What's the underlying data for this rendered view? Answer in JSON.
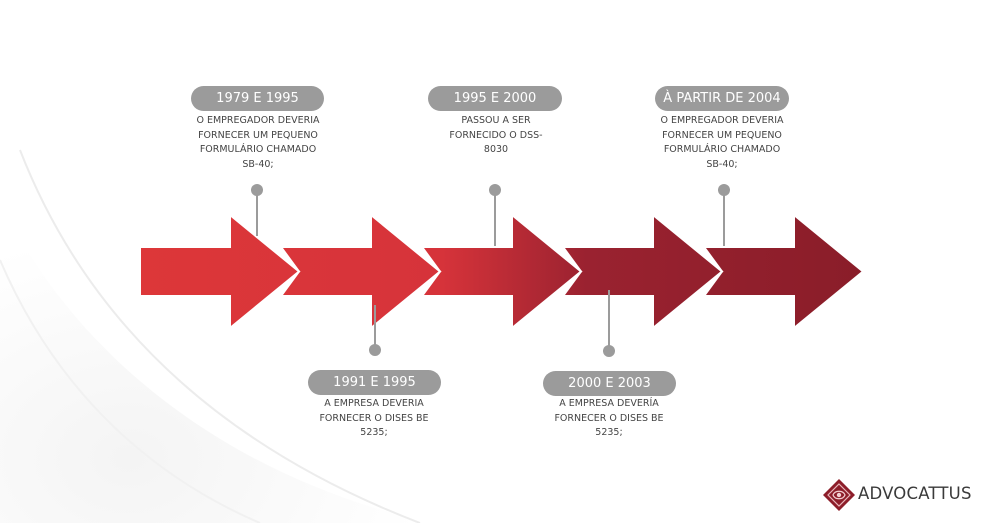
{
  "colors": {
    "arrow_light": "#dd3739",
    "arrow_dark": "#8d1e2a",
    "pill_bg": "#9b9b9b",
    "text": "#444444",
    "brand": "#8d1e2a"
  },
  "timeline": [
    {
      "period": "1979 E 1995",
      "lines": [
        "O EMPREGADOR DEVERIA",
        "FORNECER UM PEQUENO",
        "FORMULÁRIO CHAMADO",
        "SB-40;"
      ]
    },
    {
      "period": "1991 E 1995",
      "lines": [
        "A EMPRESA DEVERIA",
        "FORNECER O DISES BE",
        "5235;"
      ]
    },
    {
      "period": "1995 E 2000",
      "lines": [
        "PASSOU A SER",
        "FORNECIDO O DSS-",
        "8030"
      ]
    },
    {
      "period": "2000 E 2003",
      "lines": [
        "A EMPRESA DEVERÍA",
        "FORNECER O DISES BE",
        "5235;"
      ]
    },
    {
      "period": "À PARTIR DE 2004",
      "lines": [
        "O EMPREGADOR DEVERIA",
        "FORNECER UM PEQUENO",
        "FORMULÁRIO CHAMADO",
        "SB-40;"
      ]
    }
  ],
  "logo": {
    "text": "ADVOCATTUS",
    "icon": "diamond-emblem-icon"
  }
}
